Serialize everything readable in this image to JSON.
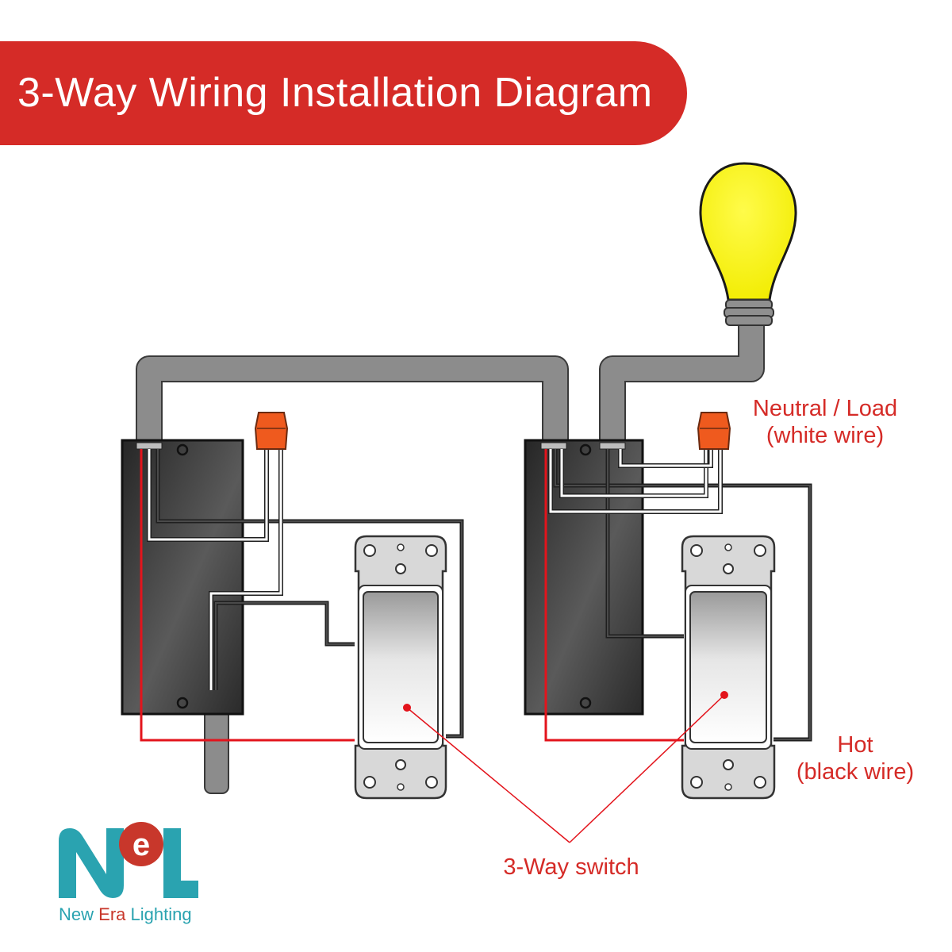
{
  "header": {
    "title": "3-Way Wiring Installation Diagram"
  },
  "labels": {
    "neutral_line1": "Neutral / Load",
    "neutral_line2": "(white wire)",
    "hot_line1": "Hot",
    "hot_line2": "(black wire)",
    "switch_label": "3-Way switch"
  },
  "logo": {
    "mark_letters": "NeL",
    "brand_new": "New",
    "brand_era": "Era",
    "brand_lighting": "Lighting"
  },
  "colors": {
    "banner": "#d52b27",
    "label_red": "#d52b27",
    "conduit": "#8c8c8c",
    "box": "#3d3d3d",
    "bulb": "#f7f400",
    "wire_nut": "#ef5a1e",
    "wire_hot": "#e3141c",
    "wire_black": "#1f1f1f",
    "logo_teal": "#2aa3b0",
    "logo_red": "#c8372b"
  }
}
